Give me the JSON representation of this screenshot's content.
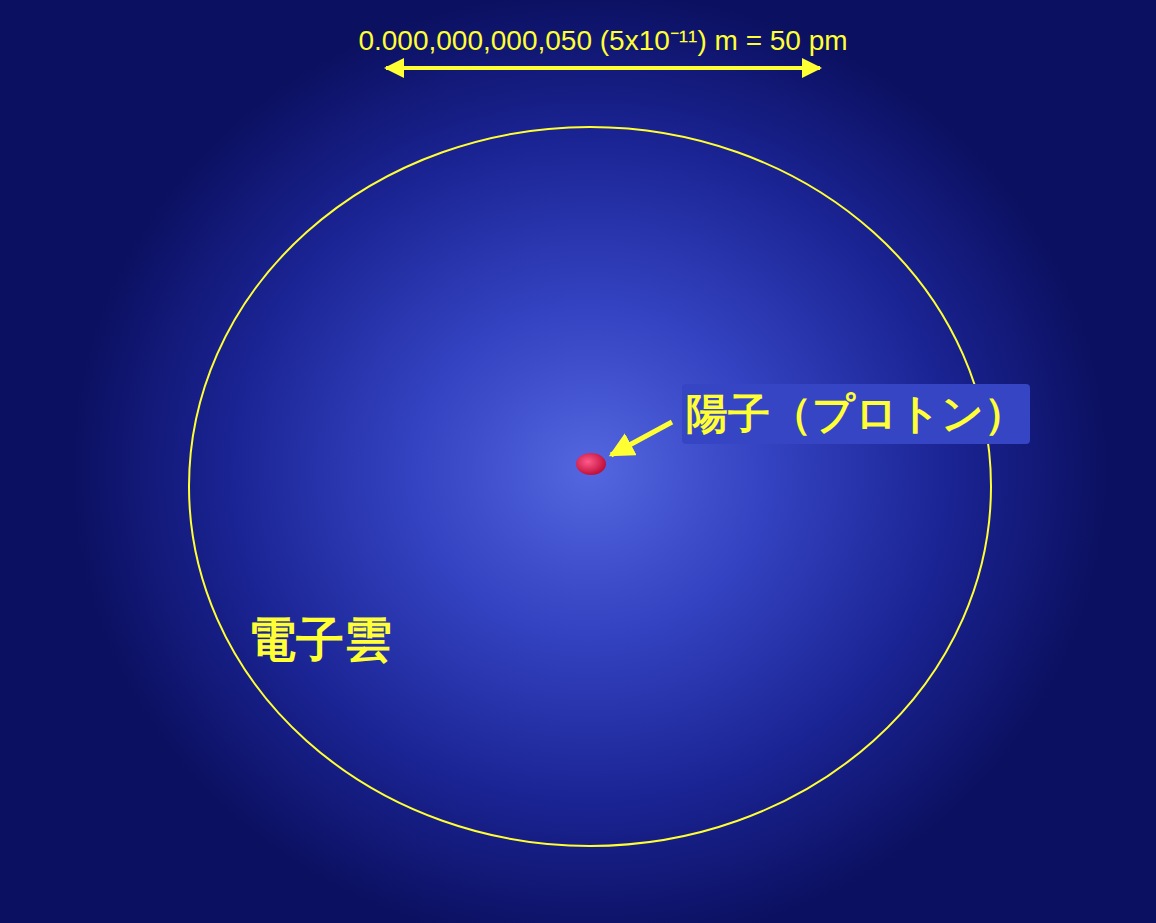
{
  "diagram": {
    "nodes": [
      {
        "text": [
          "電子雲"
        ]
      }
    ],
    "labels": [
      "0.000,000,000,050 (5x10⁻¹¹) m = 50 pm",
      "陽子（プロトン）"
    ]
  }
}
